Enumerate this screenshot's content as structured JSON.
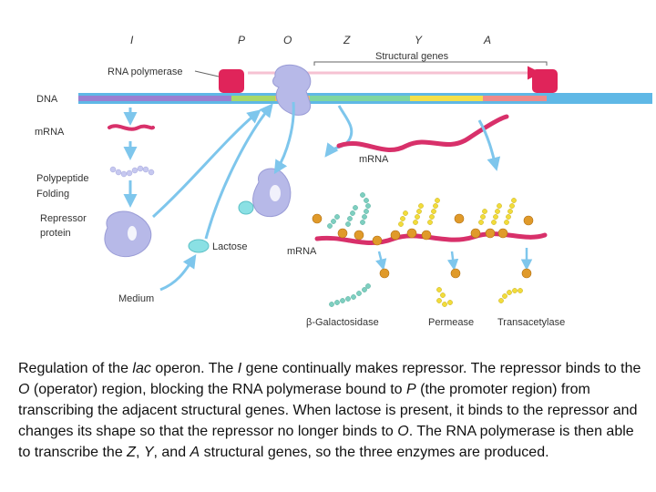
{
  "genes": {
    "I": "I",
    "P": "P",
    "O": "O",
    "Z": "Z",
    "Y": "Y",
    "A": "A"
  },
  "labels": {
    "structural_genes": "Structural genes",
    "rna_polymerase": "RNA polymerase",
    "dna": "DNA",
    "mrna_left": "mRNA",
    "polypeptide": "Polypeptide",
    "folding": "Folding",
    "repressor": "Repressor",
    "protein": "protein",
    "lactose": "Lactose",
    "medium": "Medium",
    "mrna_center": "mRNA",
    "mrna_lower": "mRNA",
    "beta_gal": "β-Galactosidase",
    "permease": "Permease",
    "transacetylase": "Transacetylase"
  },
  "caption": [
    {
      "t": "Regulation of the "
    },
    {
      "t": "lac",
      "i": true
    },
    {
      "t": " operon. The "
    },
    {
      "t": "I",
      "i": true
    },
    {
      "t": " gene continually makes repressor. The repressor binds to the "
    },
    {
      "t": "O",
      "i": true
    },
    {
      "t": " (operator) region, blocking the RNA polymerase bound to "
    },
    {
      "t": "P",
      "i": true
    },
    {
      "t": " (the promoter region) from transcribing the adjacent structural genes. When lactose is present, it binds to the repressor and changes its shape so that the repressor no longer binds to "
    },
    {
      "t": "O",
      "i": true
    },
    {
      "t": ". The RNA polymerase is then able to transcribe the "
    },
    {
      "t": "Z",
      "i": true
    },
    {
      "t": ", "
    },
    {
      "t": "Y",
      "i": true
    },
    {
      "t": ", and "
    },
    {
      "t": "A",
      "i": true
    },
    {
      "t": " structural genes, so the three enzymes are produced."
    }
  ],
  "colors": {
    "dna_blue": "#5fb8e6",
    "gene_I": "#9b7fd0",
    "gene_P": "#a8d868",
    "gene_O": "#f0b860",
    "gene_Z": "#7fd6a0",
    "gene_Y": "#f4e04a",
    "gene_A": "#ee8a8a",
    "mrna": "#d8306a",
    "polymerase": "#e0245a",
    "repressor": "#b7b9e8",
    "lactose": "#8ae0e4",
    "arrow": "#7ec6ec",
    "bead_orange": "#e09a2a",
    "bead_teal": "#7ecfc0",
    "bead_yellow": "#f2dc3a"
  }
}
